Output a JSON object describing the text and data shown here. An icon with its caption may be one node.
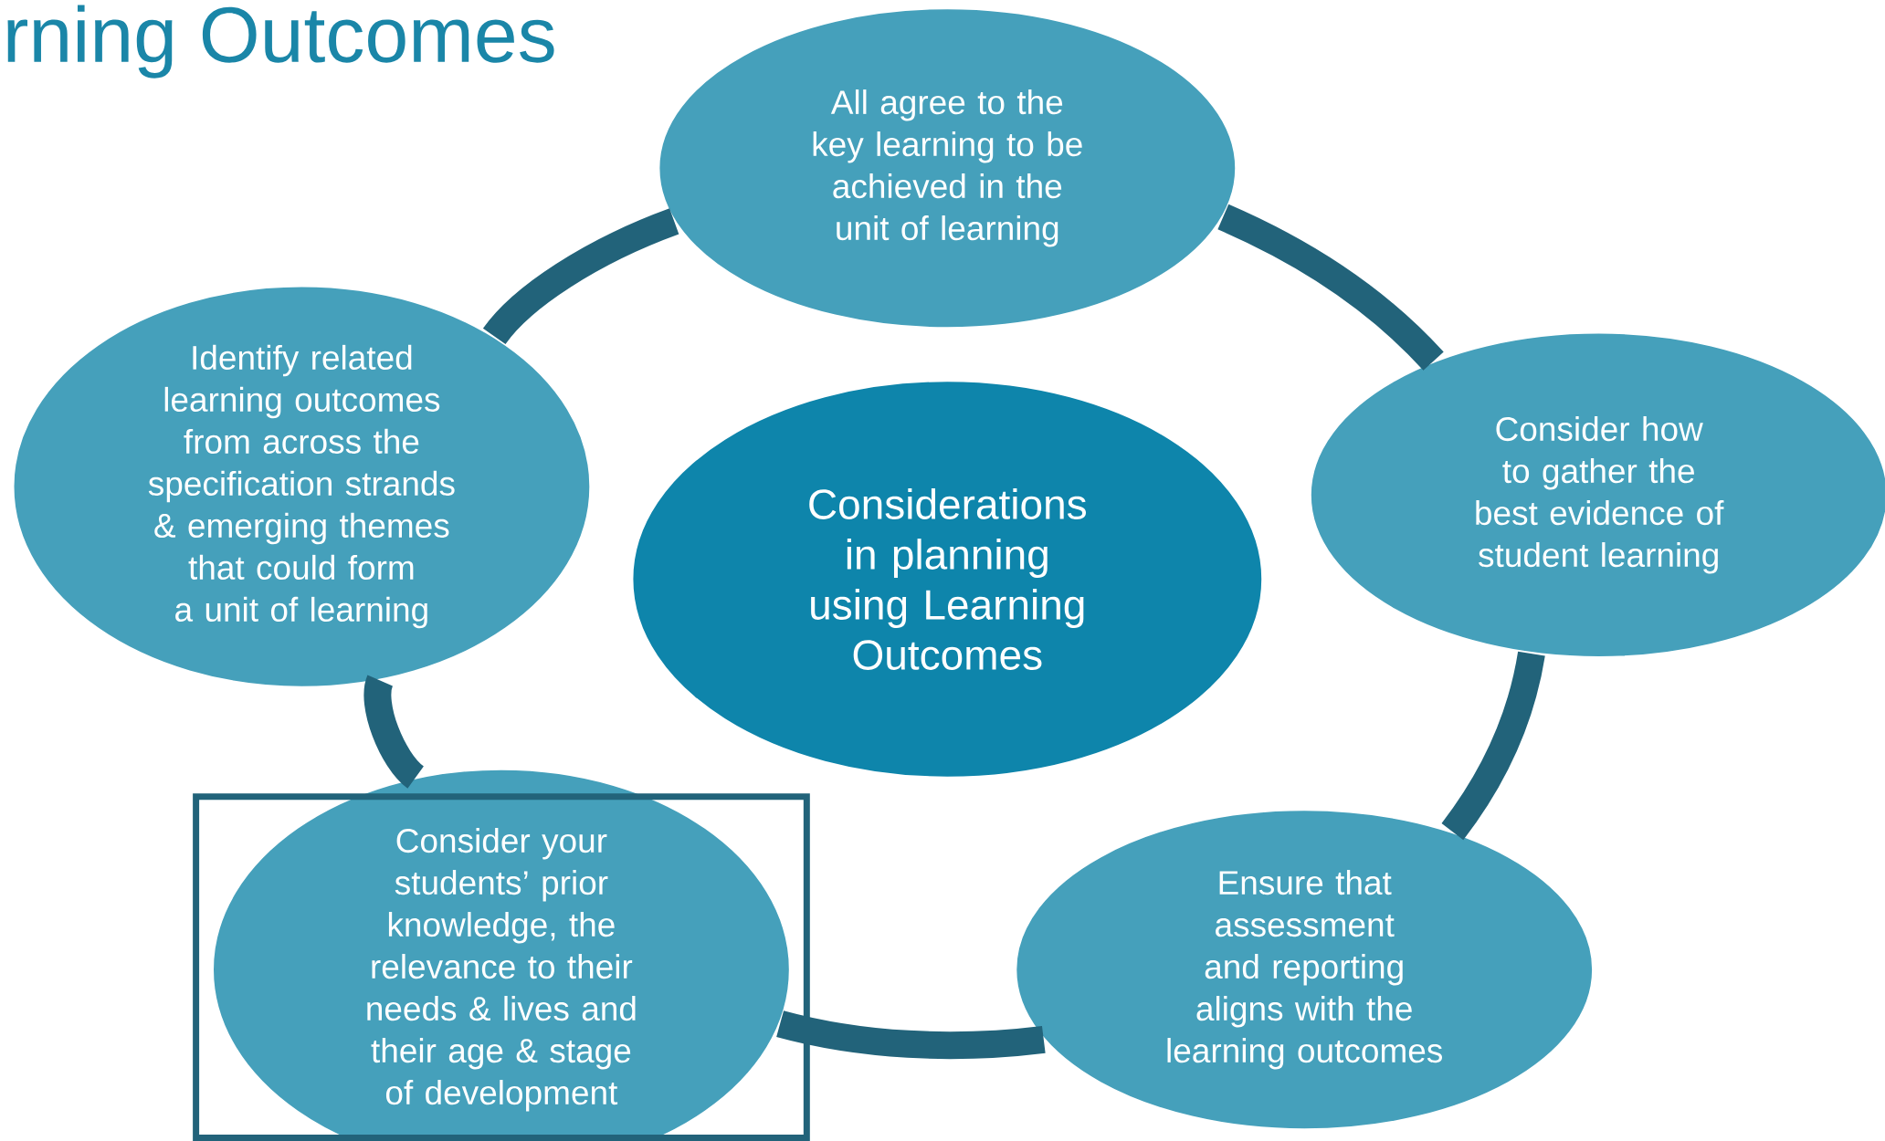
{
  "diagram": {
    "title": "rning Outcomes",
    "nodes": [
      {
        "text": [
          "All agree to the key learning to be achieved in the unit of learning"
        ]
      },
      {
        "text": [
          "Consider how to gather the best evidence of student learning"
        ]
      },
      {
        "text": [
          "Ensure that assessment and reporting aligns with the learning outcomes"
        ]
      },
      {
        "text": [
          "Consider your students’ prior knowledge, the relevance to their needs & lives and their age & stage of development"
        ]
      },
      {
        "text": [
          "Identify related learning outcomes from across the specification strands & emerging themes that could form a unit of learning"
        ]
      },
      {
        "text": [
          "Considerations in planning using Learning Outcomes"
        ]
      }
    ],
    "edges": [
      {
        "from": 0,
        "to": 1,
        "arrow": "none"
      },
      {
        "from": 1,
        "to": 2,
        "arrow": "none"
      },
      {
        "from": 2,
        "to": 3,
        "arrow": "none"
      },
      {
        "from": 3,
        "to": 4,
        "arrow": "none"
      },
      {
        "from": 4,
        "to": 0,
        "arrow": "none"
      }
    ]
  }
}
